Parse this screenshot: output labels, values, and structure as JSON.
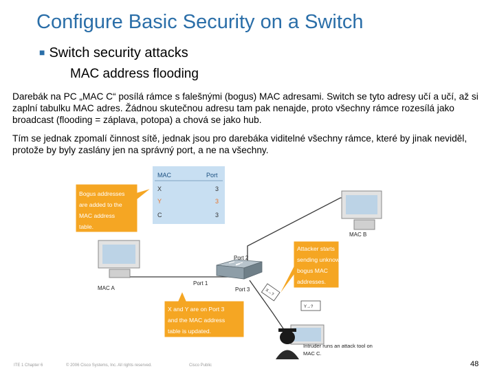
{
  "slide": {
    "title": "Configure Basic Security on a Switch",
    "bullet": "Switch security attacks",
    "subheading": "MAC address flooding",
    "paragraph1": "Darebák na PC „MAC C“ posílá rámce s falešnými (bogus) MAC adresami. Switch se tyto adresy učí a učí, až si zaplní tabulku MAC adres. Žádnou skutečnou adresu tam pak nenajde, proto všechny rámce rozesílá jako broadcast (flooding = záplava, potopa) a chová se jako hub.",
    "paragraph2": "Tím se jednak zpomalí činnost sítě, jednak jsou pro darebáka viditelné všechny rámce, které by jinak neviděl, protože by byly zaslány jen na správný port, a ne na všechny."
  },
  "diagram": {
    "mac_table": {
      "headers": [
        "MAC",
        "Port"
      ],
      "rows": [
        {
          "mac": "X",
          "port": "3",
          "highlight": false
        },
        {
          "mac": "Y",
          "port": "3",
          "highlight": true
        },
        {
          "mac": "C",
          "port": "3",
          "highlight": false
        }
      ]
    },
    "callouts": {
      "bogus": [
        "Bogus addresses",
        "are added to the",
        "MAC address",
        "table."
      ],
      "attacker": [
        "Attacker starts",
        "sending unknown",
        "bogus MAC",
        "addresses."
      ],
      "xy": [
        "X and Y are on Port 3",
        "and the MAC address",
        "table is updated."
      ]
    },
    "labels": {
      "mac_a": "MAC A",
      "mac_b": "MAC B",
      "port1": "Port 1",
      "port2": "Port 2",
      "port3": "Port 3",
      "frame_x": "X→?",
      "frame_y": "Y→?",
      "intruder": [
        "Intruder runs an attack tool on",
        "MAC C."
      ]
    },
    "colors": {
      "callout": "#f5a623",
      "table_bg": "#c8dff2",
      "highlight_text": "#e8742a",
      "link": "#3a3a3a"
    }
  },
  "footer": {
    "left": "ITE 1 Chapter 6",
    "middle": "© 2006 Cisco Systems, Inc. All rights reserved.",
    "right": "Cisco Public",
    "page": "48"
  }
}
